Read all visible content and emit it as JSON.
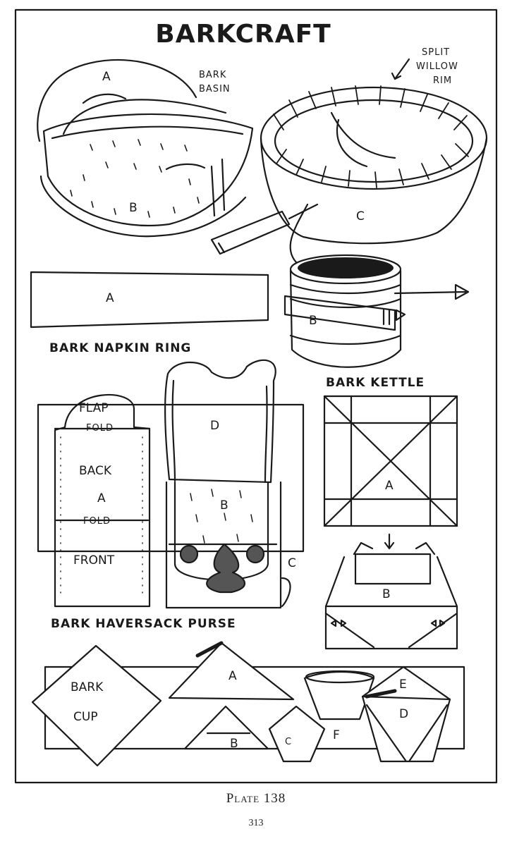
{
  "title": "BARKCRAFT",
  "basin": {
    "caption": [
      "BARK",
      "BASIN"
    ],
    "labels": [
      "A",
      "B"
    ]
  },
  "rim": {
    "caption": [
      "SPLIT",
      "WILLOW",
      "RIM"
    ],
    "label": "C"
  },
  "napkin_ring": {
    "caption": "BARK NAPKIN RING",
    "labels": [
      "A",
      "B"
    ]
  },
  "kettle": {
    "caption": "BARK KETTLE",
    "labels": [
      "A",
      "B"
    ]
  },
  "haversack": {
    "caption": "BARK HAVERSACK PURSE",
    "pattern_labels": [
      "FLAP",
      "FOLD",
      "BACK",
      "A",
      "FOLD",
      "FRONT"
    ],
    "purse_labels": [
      "D",
      "B",
      "C"
    ]
  },
  "cup": {
    "caption": [
      "BARK",
      "CUP"
    ],
    "labels": [
      "A",
      "B",
      "C",
      "F",
      "E",
      "D"
    ]
  },
  "footer": {
    "plate": "Plate 138",
    "page": "313"
  }
}
